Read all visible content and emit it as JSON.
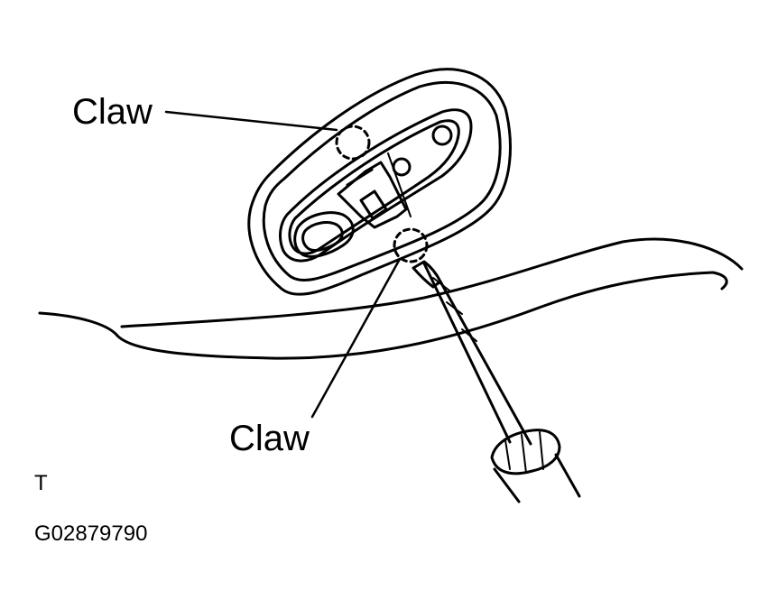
{
  "labels": {
    "claw_top": "Claw",
    "claw_bottom": "Claw",
    "view_marker": "T",
    "figure_code": "G02879790"
  },
  "colors": {
    "ink": "#000000",
    "paper": "#ffffff"
  }
}
